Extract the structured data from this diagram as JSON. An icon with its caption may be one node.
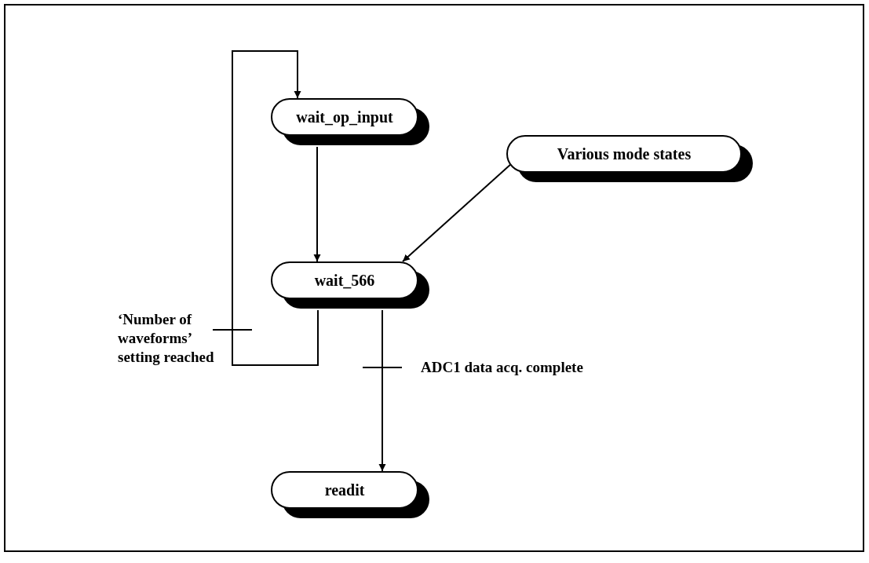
{
  "diagram": {
    "nodes": [
      {
        "text": [
          "wait_op_input"
        ]
      },
      {
        "text": [
          "Various mode states"
        ]
      },
      {
        "text": [
          "wait_566"
        ]
      },
      {
        "text": [
          "readit"
        ]
      }
    ],
    "edges": [
      {
        "from": 0,
        "to": 2,
        "arrow": "to"
      },
      {
        "from": 1,
        "to": 2,
        "arrow": "to"
      },
      {
        "from": 2,
        "to": 0,
        "arrow": "to",
        "label": "‘Number of waveforms’ setting reached"
      },
      {
        "from": 2,
        "to": 3,
        "arrow": "to",
        "label": "ADC1 data acq. complete"
      }
    ]
  }
}
